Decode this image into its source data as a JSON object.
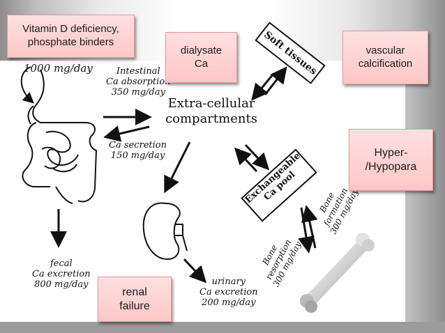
{
  "callouts": {
    "vitamin_d": "Vitamin D deficiency,\nphosphate binders",
    "dialysate": "dialysate\nCa",
    "vascular": "vascular\ncalcification",
    "hyperpara": "Hyper-\n/Hypopara",
    "renal": "renal\nfailure"
  },
  "diagram": {
    "intake": "1000 mg/day",
    "intestinal_absorption": "Intestinal\nCa absorption\n350 mg/day",
    "ca_secretion": "Ca secretion\n150 mg/day",
    "extracellular": "Extra-cellular\ncompartments",
    "soft_tissues": "Soft tissues",
    "exchangeable_pool": "Exchangeable\nCa pool",
    "bone_formation": "Bone\nformation\n300 mg/day",
    "bone_resorption": "Bone\nresorption\n300 mg/day",
    "fecal": "fecal\nCa excretion\n800 mg/day",
    "urinary": "urinary\nCa excretion\n200 mg/day"
  },
  "colors": {
    "callout_fill": "#ffc7c7",
    "callout_border": "#e79a9a",
    "arrow": "#111111"
  },
  "icons": [
    "intestine-icon",
    "kidney-icon",
    "bone-icon"
  ]
}
